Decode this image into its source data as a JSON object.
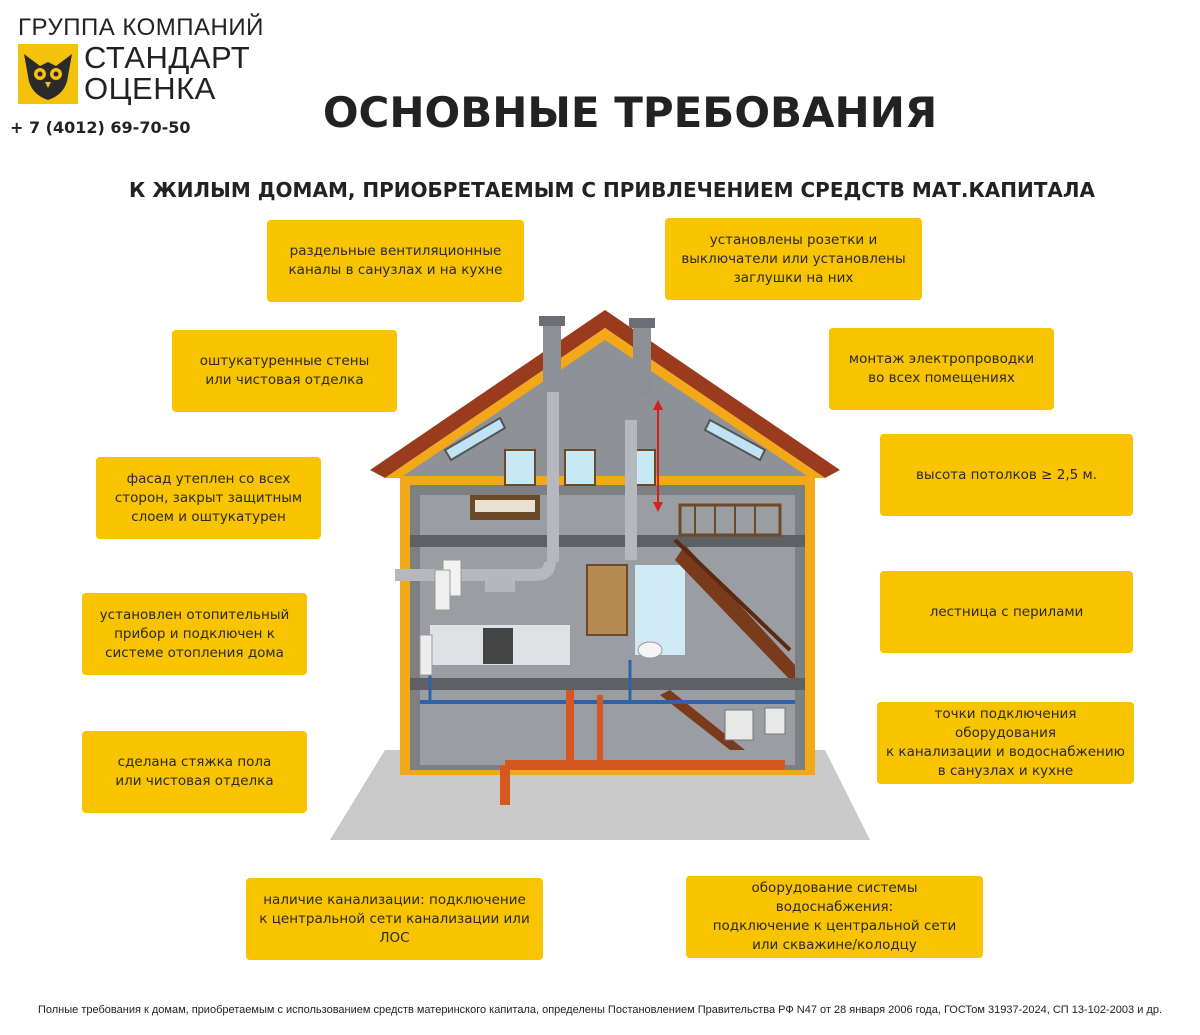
{
  "header": {
    "company_group": "ГРУППА КОМПАНИЙ",
    "brand_line1": "СТАНДАРТ",
    "brand_line2": "ОЦЕНКА",
    "phone": "+ 7 (4012) 69-70-50",
    "title": "ОСНОВНЫЕ ТРЕБОВАНИЯ",
    "subtitle": "К ЖИЛЫМ ДОМАМ, ПРИОБРЕТАЕМЫМ С ПРИВЛЕЧЕНИЕМ СРЕДСТВ МАТ.КАПИТАЛА"
  },
  "requirements": {
    "ventilation": "раздельные вентиляционные\nканалы в санузлах и на кухне",
    "sockets": "установлены розетки и\nвыключатели или установлены\nзаглушки на них",
    "plaster": "оштукатуренные стены\nили чистовая отделка",
    "wiring": "монтаж электропроводки\nво всех помещениях",
    "facade": "фасад утеплен со всех\nсторон, закрыт защитным\nслоем и оштукатурен",
    "ceiling": "высота потолков  ≥ 2,5 м.",
    "heating": "установлен отопительный\nприбор и подключен к\nсистеме отопления дома",
    "stairs": "лестница с перилами",
    "screed": "сделана стяжка пола\nили чистовая отделка",
    "connections": "точки подключения оборудования\nк канализации и водоснабжению\nв санузлах и кухне",
    "sewerage": "наличие канализации: подключение\nк центральной сети канализации или ЛОС",
    "water": "оборудование системы водоснабжения:\nподключение к центральной сети\nили скважине/колодцу"
  },
  "footnote": "Полные требования к домам, приобретаемым с использованием средств материнского капитала, определены Постановлением Правительства РФ N47 от 28 января 2006 года, ГОСТом 31937-2024, СП 13-102-2003 и др.",
  "colors": {
    "accent": "#f8c300",
    "roof": "#9a3b1e",
    "wall": "#f3a81a",
    "pipe": "#d4581f"
  },
  "icons": {
    "logo": "owl-icon",
    "illustration": "house-cutaway-icon"
  }
}
